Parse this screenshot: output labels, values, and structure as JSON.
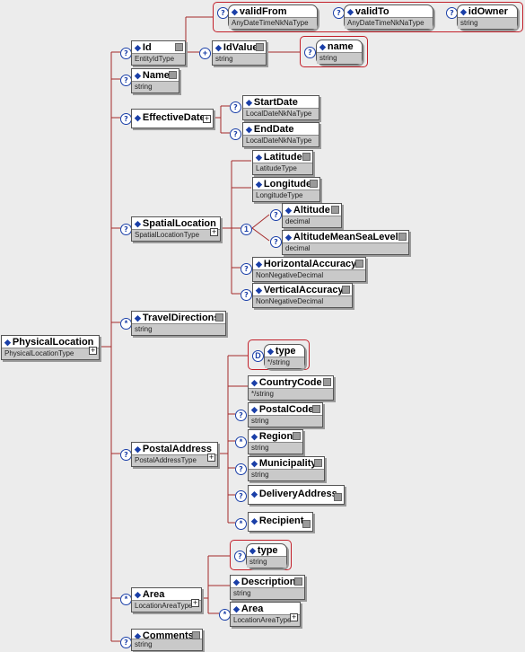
{
  "symbols": {
    "optional": "?",
    "choice": "1",
    "many": "*",
    "default": "D",
    "plus": "+",
    "diamond": "◆"
  },
  "root": {
    "name": "PhysicalLocation",
    "type": "PhysicalLocationType"
  },
  "id": {
    "name": "Id",
    "type": "EntityIdType"
  },
  "id_attrs": [
    {
      "name": "validFrom",
      "type": "AnyDateTimeNkNaType"
    },
    {
      "name": "validTo",
      "type": "AnyDateTimeNkNaType"
    },
    {
      "name": "idOwner",
      "type": "string"
    }
  ],
  "idvalue": {
    "name": "IdValue",
    "type": "string"
  },
  "idvalue_attr": {
    "name": "name",
    "type": "string"
  },
  "name_el": {
    "name": "Name",
    "type": "string"
  },
  "effective_date": {
    "name": "EffectiveDate"
  },
  "start_date": {
    "name": "StartDate",
    "type": "LocalDateNkNaType"
  },
  "end_date": {
    "name": "EndDate",
    "type": "LocalDateNkNaType"
  },
  "spatial": {
    "name": "SpatialLocation",
    "type": "SpatialLocationType"
  },
  "latitude": {
    "name": "Latitude",
    "type": "LatitudeType"
  },
  "longitude": {
    "name": "Longitude",
    "type": "LongitudeType"
  },
  "altitude": {
    "name": "Altitude",
    "type": "decimal"
  },
  "altitude_msl": {
    "name": "AltitudeMeanSeaLevel",
    "type": "decimal"
  },
  "horiz_acc": {
    "name": "HorizontalAccuracy",
    "type": "NonNegativeDecimal"
  },
  "vert_acc": {
    "name": "VerticalAccuracy",
    "type": "NonNegativeDecimal"
  },
  "travel": {
    "name": "TravelDirections",
    "type": "string"
  },
  "postal": {
    "name": "PostalAddress",
    "type": "PostalAddressType"
  },
  "postal_type_attr": {
    "name": "type",
    "type": "*/string"
  },
  "country": {
    "name": "CountryCode",
    "type": "*/string"
  },
  "postal_code": {
    "name": "PostalCode",
    "type": "string"
  },
  "region": {
    "name": "Region",
    "type": "string"
  },
  "municipality": {
    "name": "Municipality",
    "type": "string"
  },
  "delivery": {
    "name": "DeliveryAddress"
  },
  "recipient": {
    "name": "Recipient"
  },
  "area": {
    "name": "Area",
    "type": "LocationAreaType"
  },
  "area_type_attr": {
    "name": "type",
    "type": "string"
  },
  "description": {
    "name": "Description",
    "type": "string"
  },
  "area_child": {
    "name": "Area",
    "type": "LocationAreaType"
  },
  "comments": {
    "name": "Comments",
    "type": "string"
  }
}
